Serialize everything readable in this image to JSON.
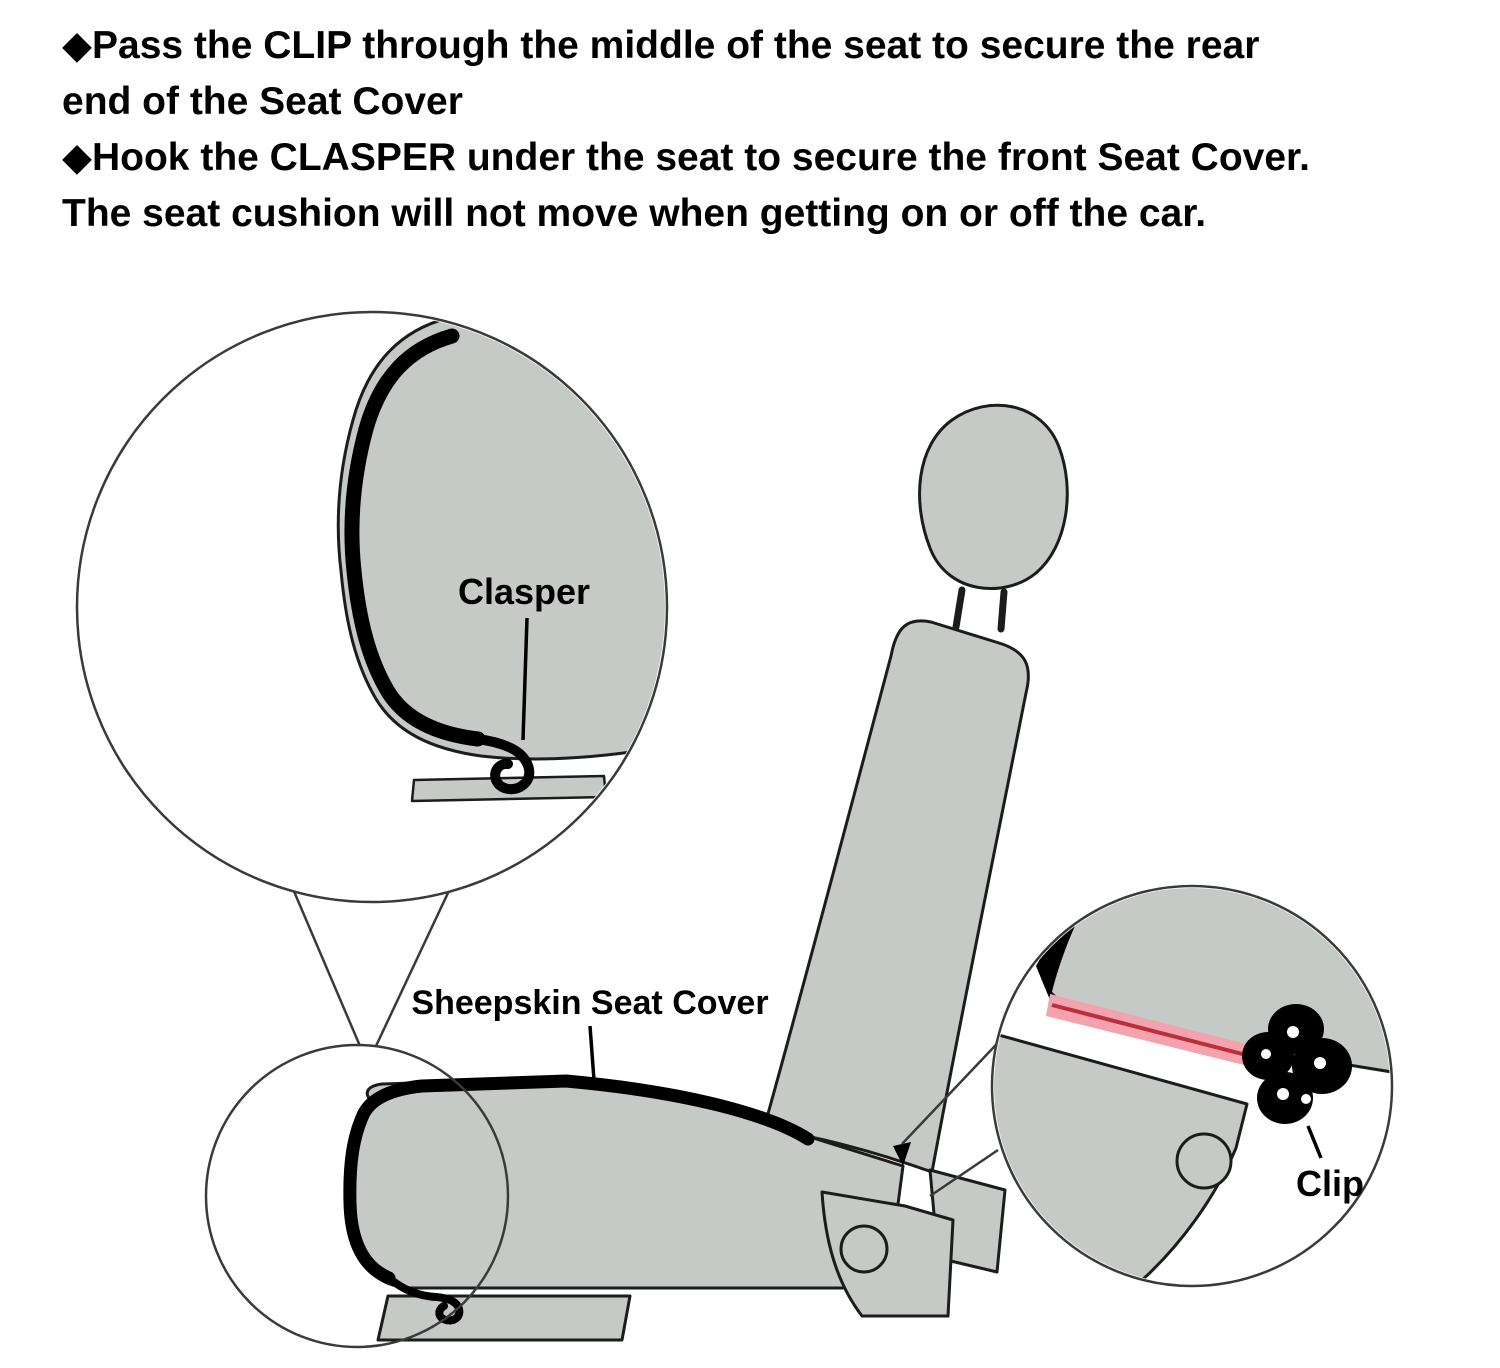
{
  "instructions": {
    "lines": [
      {
        "bullet": "◆",
        "text": "Pass the CLIP through the middle of the seat to secure the rear"
      },
      {
        "bullet": "",
        "text": "end of the Seat Cover"
      },
      {
        "bullet": "◆",
        "text": "Hook the CLASPER under the seat to secure the front Seat Cover."
      },
      {
        "bullet": "",
        "text": "The seat cushion will not move when getting on or off the car."
      }
    ]
  },
  "diagram": {
    "labels": {
      "clasper": "Clasper",
      "seat_cover": "Sheepskin Seat Cover",
      "clip": "Clip"
    },
    "colors": {
      "background": "#ffffff",
      "seat_fill": "#c6cac7",
      "outline": "#1c1c1c",
      "trim": "#000000",
      "detail_circle_stroke": "#3a3a3a",
      "strap_pink": "#f2a3ad",
      "strap_red": "#bb2f3d",
      "label_text": "#000000"
    }
  }
}
